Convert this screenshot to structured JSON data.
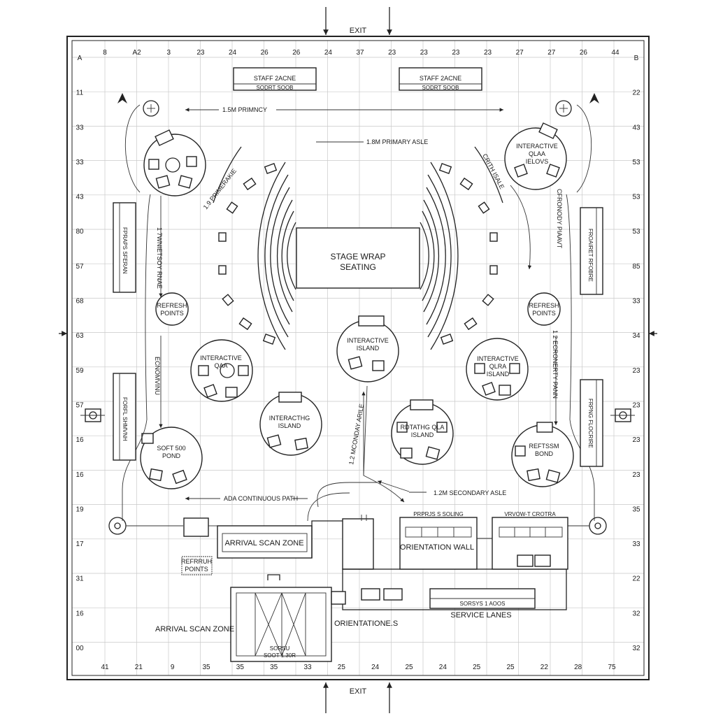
{
  "exits": {
    "top": "EXIT",
    "bottom": "EXIT"
  },
  "ruler": {
    "top": [
      "8",
      "A2",
      "3",
      "23",
      "24",
      "26",
      "26",
      "24",
      "37",
      "23",
      "23",
      "23",
      "23",
      "27",
      "27",
      "26",
      "44"
    ],
    "bottom": [
      "41",
      "21",
      "9",
      "35",
      "35",
      "35",
      "33",
      "25",
      "24",
      "25",
      "24",
      "25",
      "25",
      "22",
      "28",
      "75"
    ],
    "left": [
      "A",
      "11",
      "33",
      "33",
      "43",
      "80",
      "57",
      "68",
      "63",
      "59",
      "57",
      "16",
      "16",
      "19",
      "17",
      "31",
      "16",
      "00"
    ],
    "right": [
      "B",
      "22",
      "43",
      "53",
      "53",
      "53",
      "85",
      "33",
      "34",
      "23",
      "23",
      "23",
      "23",
      "35",
      "33",
      "22",
      "32",
      "32"
    ]
  },
  "zones": {
    "staff_left": {
      "title": "STAFF 2ACNE",
      "sub": "SODRT SOOB"
    },
    "staff_right": {
      "title": "STAFF 2ACNE",
      "sub": "SODRT SOOB"
    },
    "stage": {
      "line1": "STAGE WRAP",
      "line2": "SEATING"
    },
    "arrival_scan_box": "ARRIVAL SCAN ZONE",
    "arrival_scan_bottom": "ARRIVAL SCAN ZONE",
    "orientation_wall": "ORIENTATION WALL",
    "orientation_s": "ORIENTATIONE.S",
    "service_lanes": "SERVICE LANES",
    "service_top_label": "SORSYS 1 AOOS",
    "wall_left_label": "PRPRJS S SOLING",
    "wall_right_label": "VRVOW-T CROTRA",
    "entry_label_1": "SORSU",
    "entry_label_2": "SOOT 1.30R",
    "refresh_left_box": {
      "line1": "REFRRUH",
      "line2": "POINTS"
    }
  },
  "islands": {
    "top_right": {
      "line1": "INTERACTIVE",
      "line2": "QLAA",
      "line3": "IELOVS"
    },
    "center_top": {
      "line1": "INTERACTIVE",
      "line2": "ISLAND"
    },
    "left_qa": {
      "line1": "INTERACTIVE",
      "line2": "QAA"
    },
    "right_qa": {
      "line1": "INTERACTIVE",
      "line2": "QLRA",
      "line3": "ISLAND"
    },
    "left_center": {
      "line1": "INTERACTHG",
      "line2": "ISLAND"
    },
    "right_center": {
      "line1": "RDTATHG QLA",
      "line2": "ISLAND"
    },
    "soft_pond": {
      "line1": "SOFT 500",
      "line2": "POND"
    },
    "refresh_bond": {
      "line1": "REFTSSM",
      "line2": "BOND"
    },
    "refresh_left": {
      "line1": "REFRESH",
      "line2": "POINTS"
    },
    "refresh_right": {
      "line1": "REFRESH",
      "line2": "POINTS"
    }
  },
  "aisles": {
    "primary_top": "1.8M PRIMARY ASLE",
    "primary_left": "1.5M PRIMNCY",
    "secondary": "1.2M SECONDARY ASLE",
    "ada_path": "ADA CONTINUOUS PATH",
    "diag_left": "1.9 PRIMERAKIE",
    "diag_right": "CRITH ISALE",
    "vert_left_upper": "1 7WNIETSOY RNAE",
    "vert_left_lower": "ECNOMVINU",
    "vert_center": "1.2 MCONDAY ARILE",
    "vert_right_upper": "CFRONODY PIAAVT",
    "vert_right_lower": "1 2 ECRONERTY PANN"
  },
  "side_panels": {
    "left_top": "FPRAPS SFERAN",
    "left_bottom": "FORFL SHMVNH",
    "right_top": "FROAIRET RFOBRE",
    "right_bottom": "FRPNG FLOCRIRE"
  }
}
